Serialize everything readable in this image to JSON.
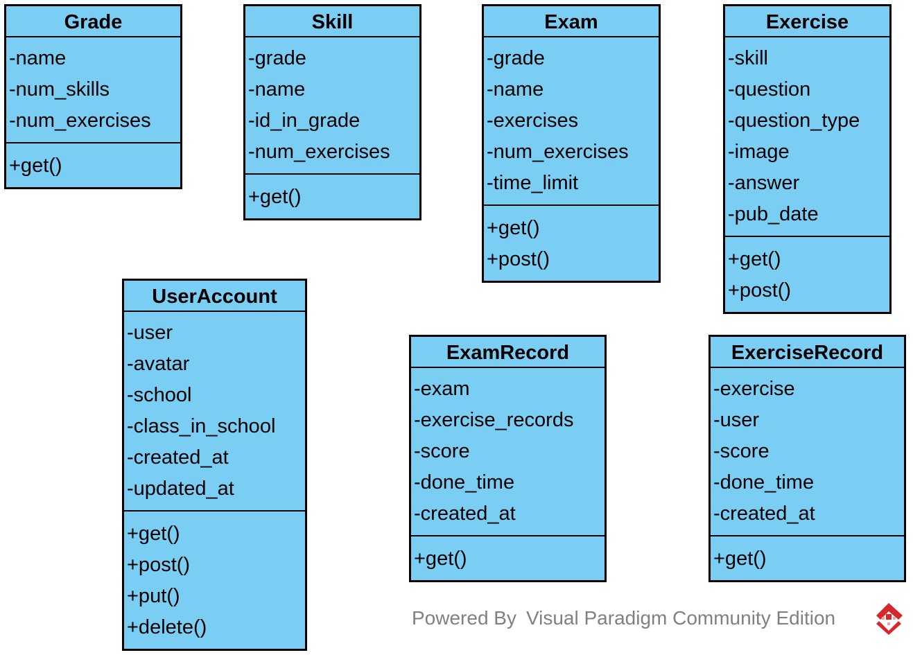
{
  "classes": [
    {
      "id": "grade",
      "name": "Grade",
      "attributes": [
        "-name",
        "-num_skills",
        "-num_exercises"
      ],
      "operations": [
        "+get()"
      ]
    },
    {
      "id": "skill",
      "name": "Skill",
      "attributes": [
        "-grade",
        "-name",
        "-id_in_grade",
        "-num_exercises"
      ],
      "operations": [
        "+get()"
      ]
    },
    {
      "id": "exam",
      "name": "Exam",
      "attributes": [
        "-grade",
        "-name",
        "-exercises",
        "-num_exercises",
        "-time_limit"
      ],
      "operations": [
        "+get()",
        "+post()"
      ]
    },
    {
      "id": "exercise",
      "name": "Exercise",
      "attributes": [
        "-skill",
        "-question",
        "-question_type",
        "-image",
        "-answer",
        "-pub_date"
      ],
      "operations": [
        "+get()",
        "+post()"
      ]
    },
    {
      "id": "useraccount",
      "name": "UserAccount",
      "attributes": [
        "-user",
        "-avatar",
        "-school",
        "-class_in_school",
        "-created_at",
        "-updated_at"
      ],
      "operations": [
        "+get()",
        "+post()",
        "+put()",
        "+delete()"
      ]
    },
    {
      "id": "examrecord",
      "name": "ExamRecord",
      "attributes": [
        "-exam",
        "-exercise_records",
        "-score",
        "-done_time",
        "-created_at"
      ],
      "operations": [
        "+get()"
      ]
    },
    {
      "id": "exerciserecord",
      "name": "ExerciseRecord",
      "attributes": [
        "-exercise",
        "-user",
        "-score",
        "-done_time",
        "-created_at"
      ],
      "operations": [
        "+get()"
      ]
    }
  ],
  "watermark": {
    "powered_by": "Powered By",
    "product": "Visual Paradigm Community Edition",
    "logo_icon": "visual-paradigm-logo-icon"
  },
  "colors": {
    "class_fill": "#7acdf3",
    "border": "#000000",
    "watermark_text": "#808080",
    "logo_red": "#d8262d"
  }
}
